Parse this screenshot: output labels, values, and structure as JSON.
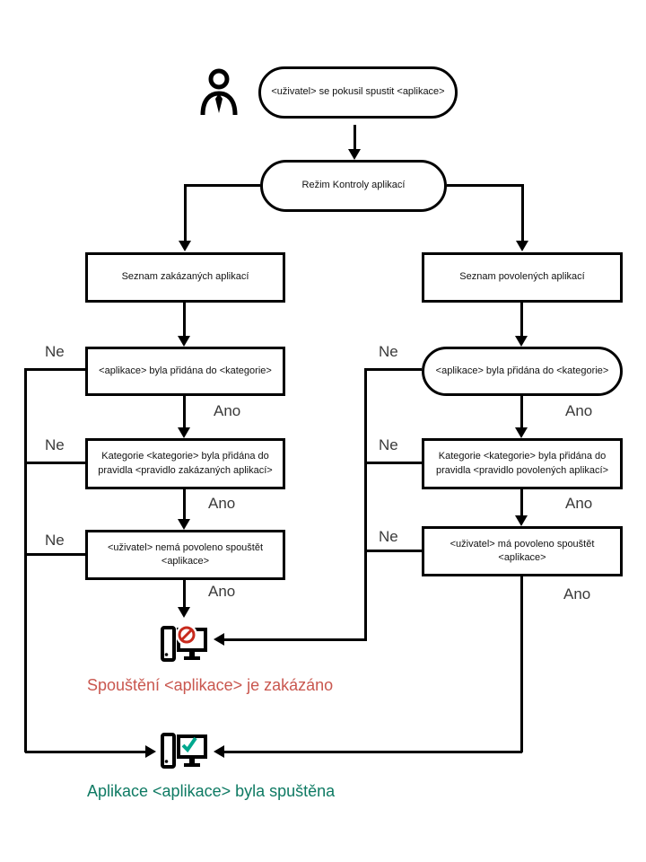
{
  "labels": {
    "no": "Ne",
    "yes": "Ano"
  },
  "nodes": {
    "start": "<uživatel> se pokusil spustit <aplikace>",
    "mode": "Režim Kontroly aplikací",
    "denylist": "Seznam zakázaných aplikací",
    "allowlist": "Seznam povolených aplikací",
    "deny_category": "<aplikace> byla přidána do <kategorie>",
    "allow_category": "<aplikace> byla přidána do <kategorie>",
    "deny_rule": "Kategorie <kategorie> byla přidána do pravidla <pravidlo zakázaných aplikací>",
    "allow_rule": "Kategorie <kategorie> byla přidána do pravidla <pravidlo povolených aplikací>",
    "deny_user": "<uživatel> nemá povoleno spouštět <aplikace>",
    "allow_user": "<uživatel> má povoleno spouštět <aplikace>"
  },
  "results": {
    "blocked": "Spouštění <aplikace> je zakázáno",
    "launched": "Aplikace <aplikace> byla spuštěna"
  },
  "colors": {
    "blocked_text": "#c9574f",
    "launched_text": "#0e7a63",
    "prohibit_icon": "#c82a1d",
    "check_icon": "#00a88e"
  },
  "icons": {
    "user": "person-icon",
    "blocked": "computer-blocked-icon",
    "launched": "computer-launched-icon"
  }
}
